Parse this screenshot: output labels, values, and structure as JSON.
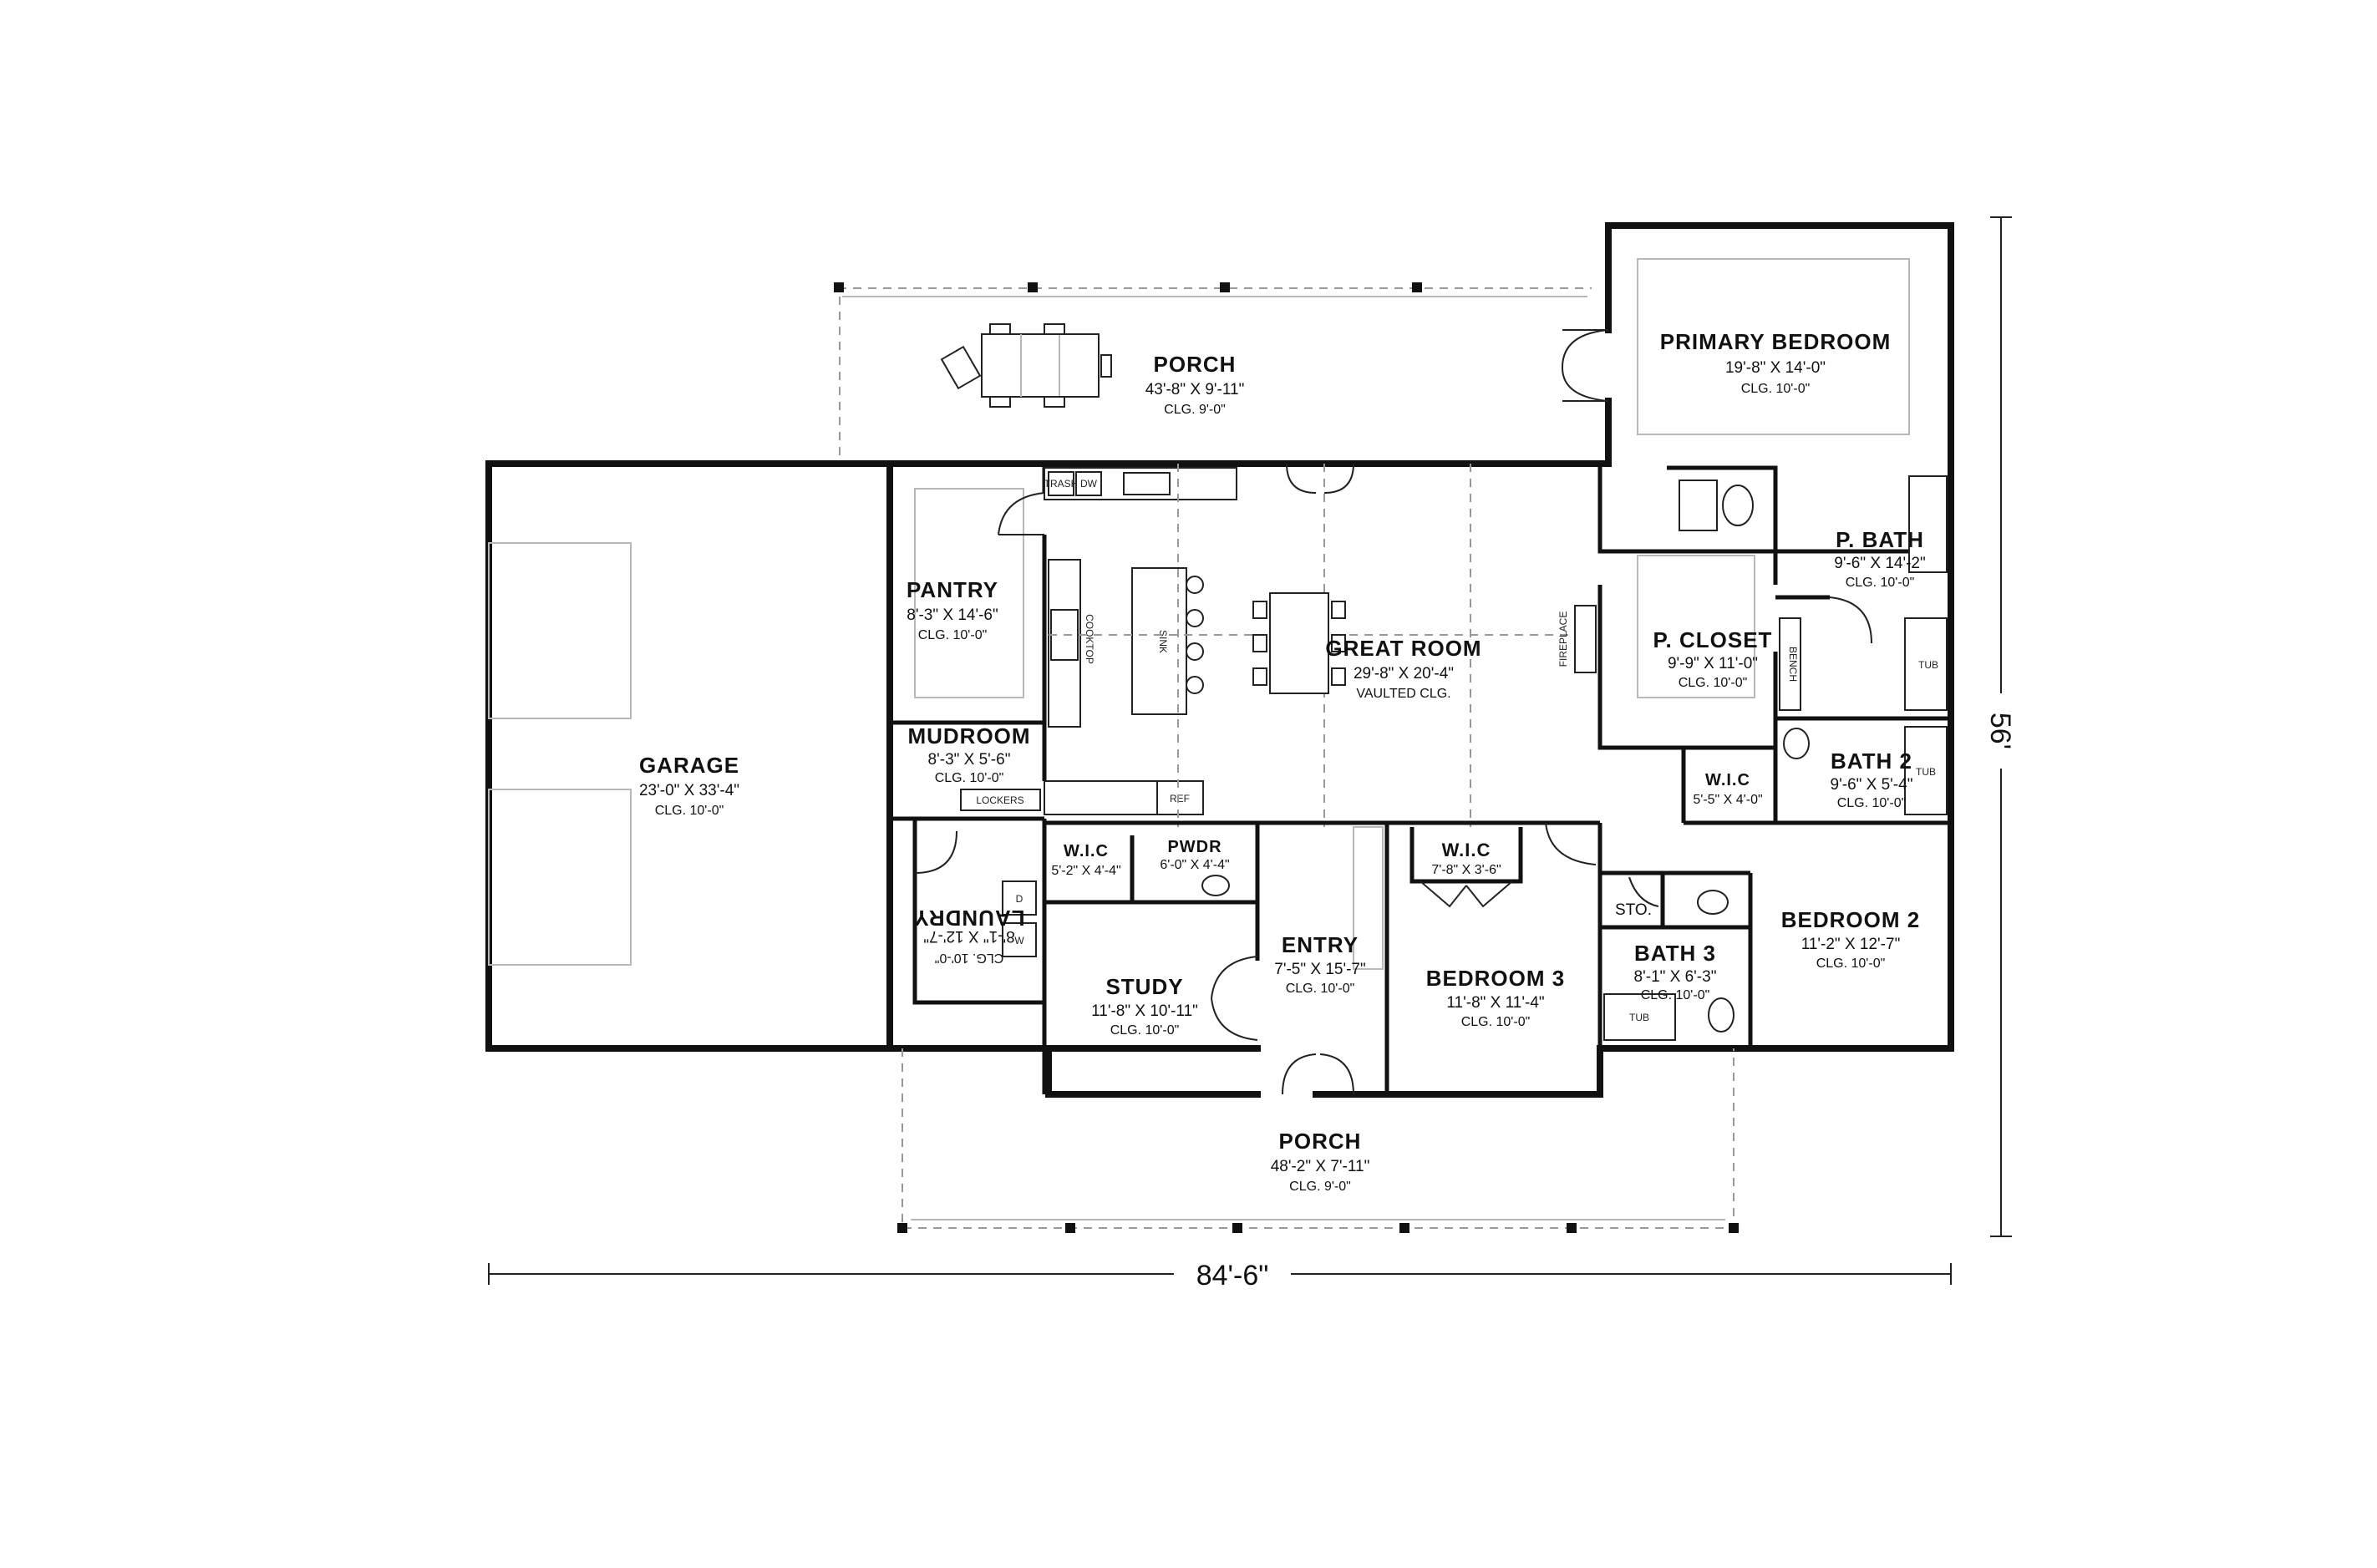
{
  "rooms": {
    "porch_rear": {
      "name": "PORCH",
      "dims": "43'-8\" X 9'-11\"",
      "clg": "CLG. 9'-0\""
    },
    "primary_bedroom": {
      "name": "PRIMARY BEDROOM",
      "dims": "19'-8\" X 14'-0\"",
      "clg": "CLG. 10'-0\""
    },
    "garage": {
      "name": "GARAGE",
      "dims": "23'-0\" X 33'-4\"",
      "clg": "CLG. 10'-0\""
    },
    "pantry": {
      "name": "PANTRY",
      "dims": "8'-3\" X 14'-6\"",
      "clg": "CLG. 10'-0\""
    },
    "great_room": {
      "name": "GREAT ROOM",
      "dims": "29'-8\" X 20'-4\"",
      "clg": "VAULTED CLG."
    },
    "p_closet": {
      "name": "P. CLOSET",
      "dims": "9'-9\" X 11'-0\"",
      "clg": "CLG. 10'-0\""
    },
    "p_bath": {
      "name": "P. BATH",
      "dims": "9'-6\" X 14'-2\"",
      "clg": "CLG. 10'-0\""
    },
    "mudroom": {
      "name": "MUDROOM",
      "dims": "8'-3\" X 5'-6\"",
      "clg": "CLG. 10'-0\""
    },
    "bath_2": {
      "name": "BATH 2",
      "dims": "9'-6\" X 5'-4\"",
      "clg": "CLG. 10'-0\""
    },
    "wic_bath2": {
      "name": "W.I.C",
      "dims": "5'-5\" X 4'-0\""
    },
    "laundry": {
      "name": "LAUNDRY",
      "dims": "8'-1\" X 12'-7\"",
      "clg": "CLG. 10'-0\""
    },
    "wic_study": {
      "name": "W.I.C",
      "dims": "5'-2\" X 4'-4\""
    },
    "pwdr": {
      "name": "PWDR",
      "dims": "6'-0\" X 4'-4\""
    },
    "wic_bed3": {
      "name": "W.I.C",
      "dims": "7'-8\" X 3'-6\""
    },
    "entry": {
      "name": "ENTRY",
      "dims": "7'-5\" X 15'-7\"",
      "clg": "CLG. 10'-0\""
    },
    "study": {
      "name": "STUDY",
      "dims": "11'-8\" X 10'-11\"",
      "clg": "CLG. 10'-0\""
    },
    "bedroom_3": {
      "name": "BEDROOM 3",
      "dims": "11'-8\" X 11'-4\"",
      "clg": "CLG. 10'-0\""
    },
    "bath_3": {
      "name": "BATH 3",
      "dims": "8'-1\" X 6'-3\"",
      "clg": "CLG. 10'-0\""
    },
    "bedroom_2": {
      "name": "BEDROOM 2",
      "dims": "11'-2\" X 12'-7\"",
      "clg": "CLG. 10'-0\""
    },
    "porch_front": {
      "name": "PORCH",
      "dims": "48'-2\" X 7'-11\"",
      "clg": "CLG. 9'-0\""
    }
  },
  "fixtures": {
    "dw": "DW",
    "trash": "TRASH",
    "sink": "SINK",
    "cooktop": "COOKTOP",
    "fireplace": "FIREPLACE",
    "lockers": "LOCKERS",
    "ref": "REF",
    "bench": "BENCH",
    "tub_pbath": "TUB",
    "tub_bath2": "TUB",
    "tub_bath3": "TUB",
    "sto": "STO.",
    "washer": "W",
    "dryer": "D"
  },
  "dimensions": {
    "overall_width": "84'-6\"",
    "overall_depth": "56'"
  },
  "colors": {
    "wall": "#111111",
    "background": "#ffffff"
  }
}
